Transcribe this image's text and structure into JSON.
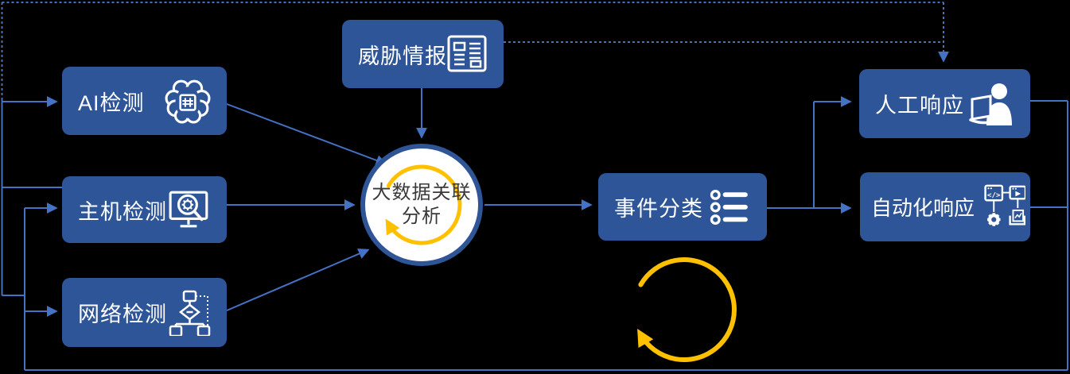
{
  "nodes": {
    "ai": {
      "label": "AI检测",
      "icon": "brain-chip-icon"
    },
    "host": {
      "label": "主机检测",
      "icon": "monitor-scan-icon"
    },
    "network": {
      "label": "网络检测",
      "icon": "flowchart-icon"
    },
    "threat": {
      "label": "威胁情报",
      "icon": "newspaper-icon"
    },
    "analysis": {
      "label_line1": "大数据关联",
      "label_line2": "分析",
      "icon": "cycle-arrow-icon"
    },
    "event": {
      "label": "事件分类",
      "icon": "bullet-list-icon"
    },
    "manual": {
      "label": "人工响应",
      "icon": "person-laptop-icon"
    },
    "auto": {
      "label": "自动化响应",
      "icon": "automation-pipeline-icon"
    }
  },
  "colors": {
    "background": "#000000",
    "node_fill": "#2E5597",
    "connector_blue": "#4472C4",
    "accent_yellow": "#FFC000",
    "circle_border": "#2F5597",
    "circle_text": "#3B3838",
    "label_text": "#FFFFFF"
  }
}
